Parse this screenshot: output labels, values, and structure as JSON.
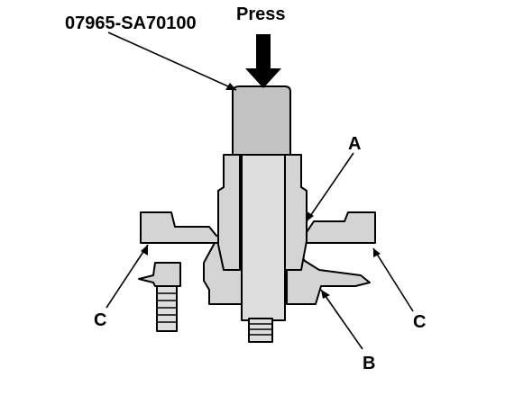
{
  "labels": {
    "tool_number": "07965-SA70100",
    "press": "Press",
    "a": "A",
    "b": "B",
    "c_left": "C",
    "c_right": "C"
  },
  "colors": {
    "ink": "#000000",
    "part_fill": "#d4d4d4",
    "background": "#ffffff"
  },
  "icons": {
    "press_arrow": "arrow-down-icon"
  }
}
